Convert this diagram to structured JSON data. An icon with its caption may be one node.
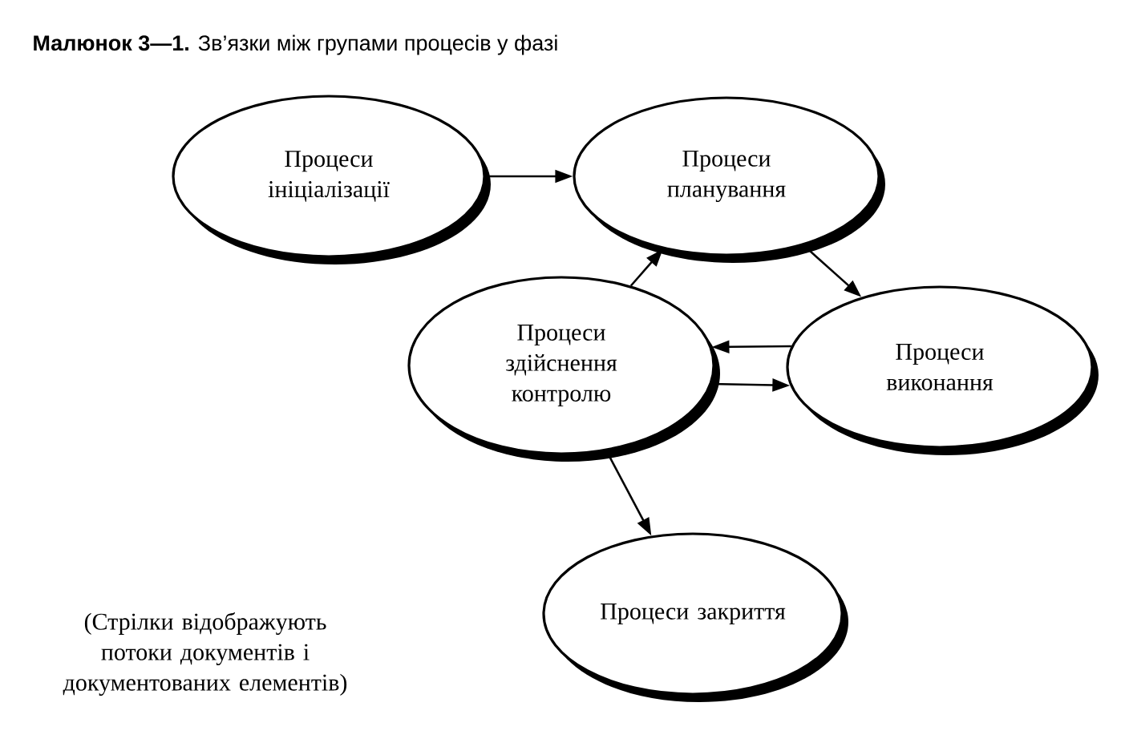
{
  "diagram": {
    "title": "**Малюнок 3—1.** Зв’язки між групами процесів у фазі",
    "nodes": [
      {
        "text": [
          "Процеси ініціалізації"
        ]
      },
      {
        "text": [
          "Процеси планування"
        ]
      },
      {
        "text": [
          "Процеси здійснення контролю"
        ]
      },
      {
        "text": [
          "Процеси виконання"
        ]
      },
      {
        "text": [
          "Процеси закриття"
        ]
      }
    ],
    "edges": [
      {
        "from": 0,
        "to": 1,
        "arrow": "to"
      },
      {
        "from": 2,
        "to": 1,
        "arrow": "to"
      },
      {
        "from": 1,
        "to": 3,
        "arrow": "to"
      },
      {
        "from": 3,
        "to": 2,
        "arrow": "to"
      },
      {
        "from": 2,
        "to": 3,
        "arrow": "to"
      },
      {
        "from": 2,
        "to": 4,
        "arrow": "to"
      }
    ],
    "labels": [
      "(Стрілки відображують потоки документів і документованих елементів)"
    ]
  }
}
